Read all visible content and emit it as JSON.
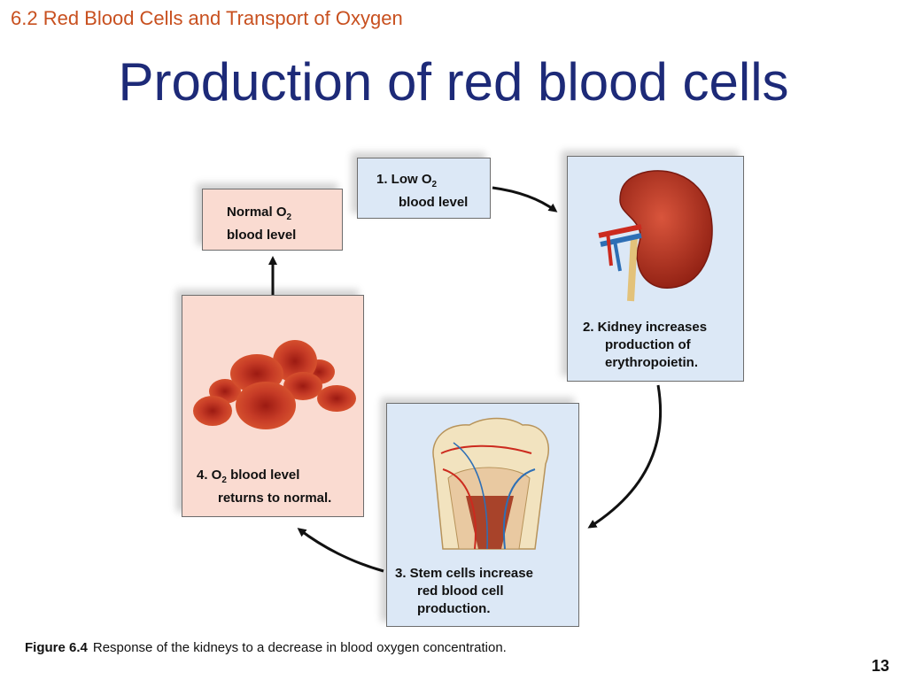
{
  "header": {
    "section": "6.2 Red Blood Cells and Transport of Oxygen",
    "title": "Production of red blood cells"
  },
  "diagram": {
    "normal": {
      "line1": "Normal O",
      "sub": "2",
      "line2": "blood level"
    },
    "step1": {
      "line1": "1. Low O",
      "sub": "2",
      "line2": "blood level"
    },
    "step2": {
      "line1": "2. Kidney increases",
      "line2": "production of",
      "line3": "erythropoietin."
    },
    "step3": {
      "line1": "3. Stem cells increase",
      "line2": "red blood cell",
      "line3": "production."
    },
    "step4": {
      "pre": "4. O",
      "sub": "2",
      "post": " blood level",
      "line2": "returns to normal."
    }
  },
  "caption": {
    "figure": "Figure 6.4",
    "text": "Response of the kidneys to a decrease in blood oxygen concentration."
  },
  "page_number": "13",
  "colors": {
    "section": "#c8501f",
    "title": "#1d2a78",
    "box_blue": "#dce8f6",
    "box_pink": "#fadbd1",
    "blood_red": "#c0392b"
  }
}
